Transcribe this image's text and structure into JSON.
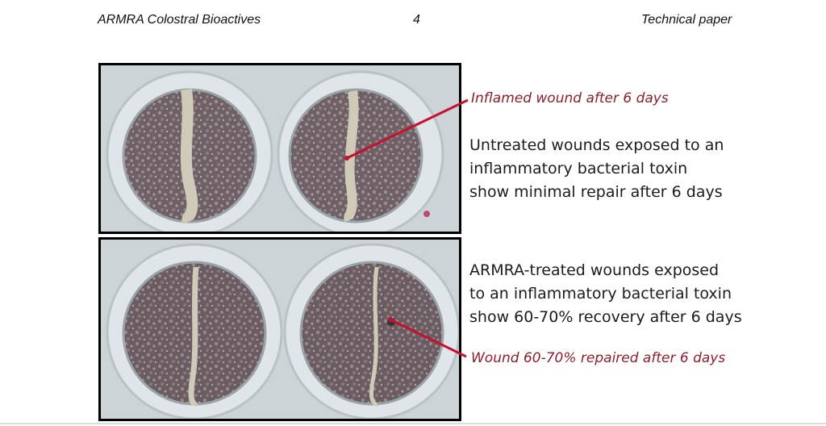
{
  "header": {
    "left": "ARMRA Colostral Bioactives",
    "page_number": "4",
    "right": "Technical paper"
  },
  "figure": {
    "top_annotation": "Inflamed wound after 6 days",
    "top_description": [
      "Untreated wounds exposed to an",
      "inflammatory bacterial toxin",
      "show minimal repair after 6 days"
    ],
    "bottom_description": [
      "ARMRA-treated wounds exposed",
      "to an inflammatory bacterial toxin",
      "show 60-70% recovery after 6 days"
    ],
    "bottom_annotation": "Wound 60-70% repaired after 6 days"
  },
  "colors": {
    "annotation": "#8a1f2c",
    "arrow": "#c8102e",
    "tissue": "#6f6066",
    "well_bg": "#cfd6d9"
  }
}
